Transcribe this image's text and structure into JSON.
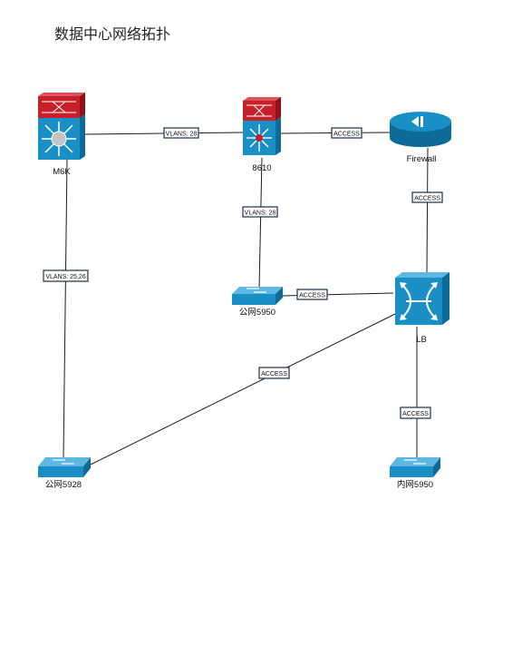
{
  "title": "数据中心网络拓扑",
  "nodes": {
    "m6k": "M6K",
    "s8610": "8610",
    "firewall": "Firewall",
    "pub5950": "公网5950",
    "lb": "LB",
    "pub5928": "公网5928",
    "in5950": "内网5950"
  },
  "edges": {
    "m6k_8610": "VLANS: 28",
    "s8610_fw": "ACCESS",
    "s8610_pub5950": "VLANS: 28",
    "fw_lb": "ACCESS",
    "m6k_pub5928": "VLANS: 25,26",
    "pub5950_lb": "ACCESS",
    "lb_pub5928": "ACCESS",
    "lb_in5950": "ACCESS"
  },
  "colors": {
    "device_blue": "#1a8fc6",
    "device_blue_dark": "#0e6a96",
    "device_blue_light": "#5fb8e2",
    "module_red": "#c8202b",
    "module_red_dark": "#8e1219"
  }
}
